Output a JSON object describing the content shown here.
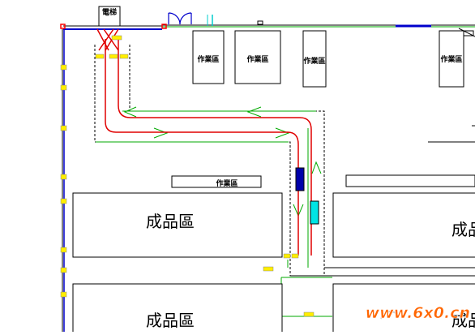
{
  "labels": {
    "elevator": "電梯",
    "work_area": "作業區",
    "finished_goods": "成品區",
    "finished_goods_partial": "成品"
  },
  "watermark": {
    "text": "www.6x0.cn",
    "color": "#ff6600"
  },
  "colors": {
    "route": "#e00000",
    "path_edge": "#00aa00",
    "outline": "#000000",
    "wall": "#0000cc",
    "marker": "#ffee00",
    "vehicle_a": "#0000aa",
    "vehicle_b": "#00e5e5",
    "corner": "#ff0000"
  }
}
